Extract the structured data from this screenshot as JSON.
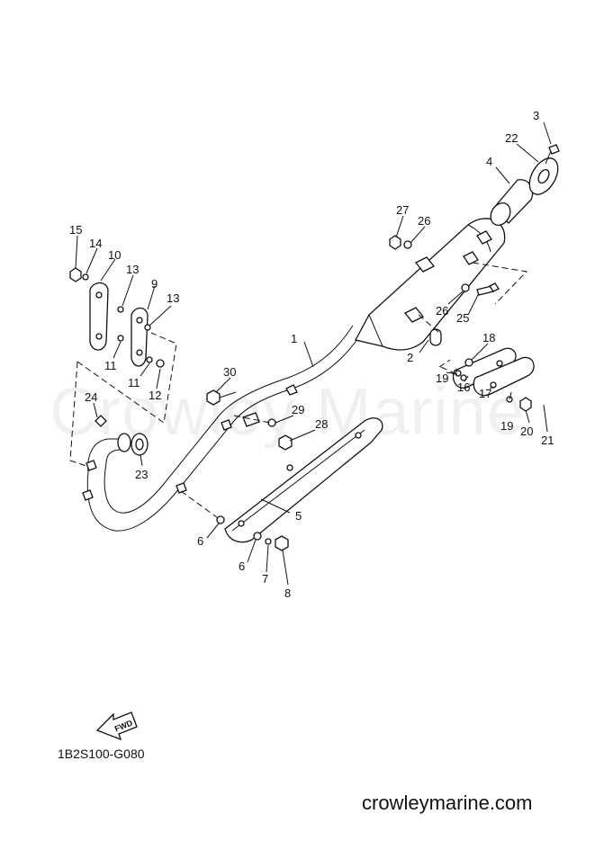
{
  "watermark": "Crowley Marine",
  "drawing_code": "1B2S100-G080",
  "site": "crowleymarine.com",
  "fwd_label": "FWD",
  "callouts": [
    "1",
    "2",
    "3",
    "4",
    "5",
    "6",
    "6",
    "7",
    "8",
    "9",
    "10",
    "11",
    "11",
    "12",
    "13",
    "13",
    "14",
    "15",
    "16",
    "17",
    "18",
    "19",
    "19",
    "20",
    "21",
    "22",
    "23",
    "24",
    "25",
    "26",
    "26",
    "27",
    "28",
    "29",
    "30"
  ]
}
